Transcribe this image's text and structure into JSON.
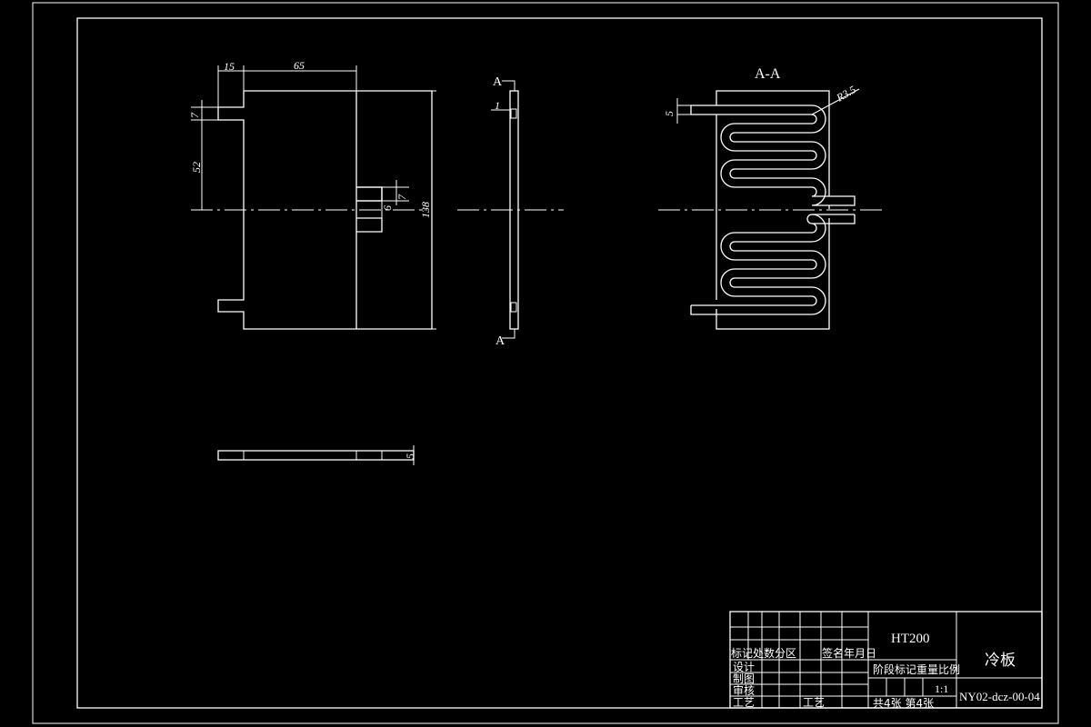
{
  "drawing": {
    "front_view": {
      "dims": [
        "15",
        "65",
        "7",
        "52",
        "7",
        "6",
        "138"
      ]
    },
    "side_view": {
      "section_mark": "A",
      "dim": "1"
    },
    "section_view": {
      "title": "A-A",
      "radius": "R3.5",
      "dim": "5"
    },
    "bottom_view": {
      "dim": "5"
    }
  },
  "title_block": {
    "material": "HT200",
    "part_name": "冷板",
    "drawing_number": "NY02-dcz-00-04",
    "scale": "1:1",
    "row_header": "标记处数分区",
    "sign_date": "签名年月日",
    "stage_header": "阶段标记重量比例",
    "sheets": "共4张 第4张",
    "roles": [
      "设计",
      "制图",
      "审核",
      "工艺"
    ],
    "process": "工艺"
  },
  "colors": {
    "background": "#000000",
    "line": "#ffffff",
    "hatch": "#cfcfcf"
  }
}
